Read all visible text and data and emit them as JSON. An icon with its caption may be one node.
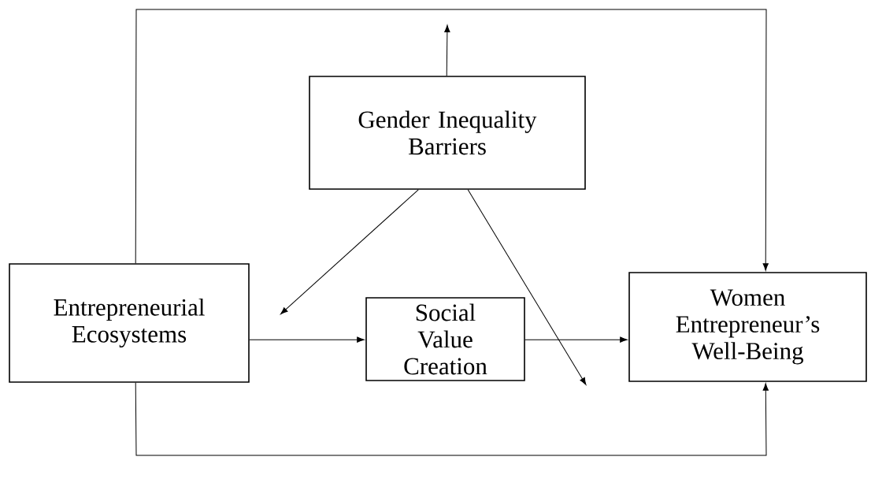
{
  "diagram": {
    "nodes": [
      {
        "text": [
          "Gender Inequality Barriers"
        ]
      },
      {
        "text": [
          "Entrepreneurial Ecosystems"
        ]
      },
      {
        "text": [
          "Social Value Creation"
        ]
      },
      {
        "text": [
          "Women Entrepreneur’s Well-Being"
        ]
      }
    ],
    "edges": [
      {
        "from": 1,
        "to": 3,
        "arrow": "to"
      },
      {
        "from": 1,
        "to": 3,
        "arrow": "to"
      },
      {
        "from": 0,
        "to": null,
        "arrow": "to"
      },
      {
        "from": 0,
        "to": null,
        "arrow": "to"
      },
      {
        "from": 0,
        "to": null,
        "arrow": "to"
      },
      {
        "from": 1,
        "to": 2,
        "arrow": "to"
      },
      {
        "from": 2,
        "to": 3,
        "arrow": "to"
      }
    ]
  }
}
